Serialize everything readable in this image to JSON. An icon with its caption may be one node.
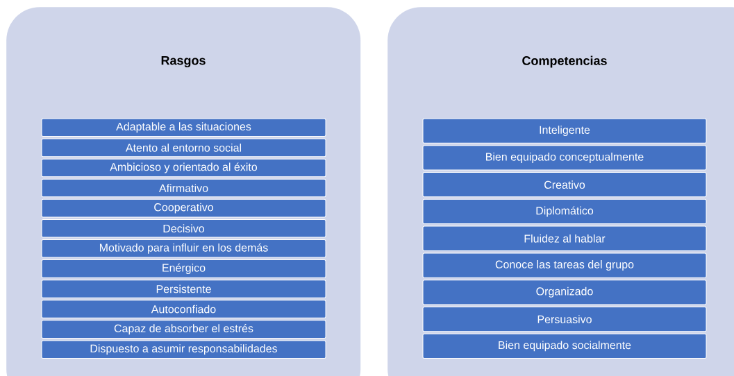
{
  "diagram": {
    "nodes": [
      {
        "text": [
          "Rasgos"
        ]
      },
      {
        "text": [
          "Adaptable a las situaciones"
        ],
        "in": 0
      },
      {
        "text": [
          "Atento al entorno social"
        ],
        "in": 0
      },
      {
        "text": [
          "Ambicioso y orientado al éxito"
        ],
        "in": 0
      },
      {
        "text": [
          "Afirmativo"
        ],
        "in": 0
      },
      {
        "text": [
          "Cooperativo"
        ],
        "in": 0
      },
      {
        "text": [
          "Decisivo"
        ],
        "in": 0
      },
      {
        "text": [
          "Motivado para influir en los demás"
        ],
        "in": 0
      },
      {
        "text": [
          "Enérgico"
        ],
        "in": 0
      },
      {
        "text": [
          "Persistente"
        ],
        "in": 0
      },
      {
        "text": [
          "Autoconfiado"
        ],
        "in": 0
      },
      {
        "text": [
          "Capaz de absorber el estrés"
        ],
        "in": 0
      },
      {
        "text": [
          "Dispuesto a asumir responsabilidades"
        ],
        "in": 0
      },
      {
        "text": [
          "Competencias"
        ]
      },
      {
        "text": [
          "Inteligente"
        ],
        "in": 13
      },
      {
        "text": [
          "Bien equipado conceptualmente"
        ],
        "in": 13
      },
      {
        "text": [
          "Creativo"
        ],
        "in": 13
      },
      {
        "text": [
          "Diplomático"
        ],
        "in": 13
      },
      {
        "text": [
          "Fluidez al hablar"
        ],
        "in": 13
      },
      {
        "text": [
          "Conoce las tareas del grupo"
        ],
        "in": 13
      },
      {
        "text": [
          "Organizado"
        ],
        "in": 13
      },
      {
        "text": [
          "Persuasivo"
        ],
        "in": 13
      },
      {
        "text": [
          "Bien equipado socialmente"
        ],
        "in": 13
      }
    ]
  }
}
